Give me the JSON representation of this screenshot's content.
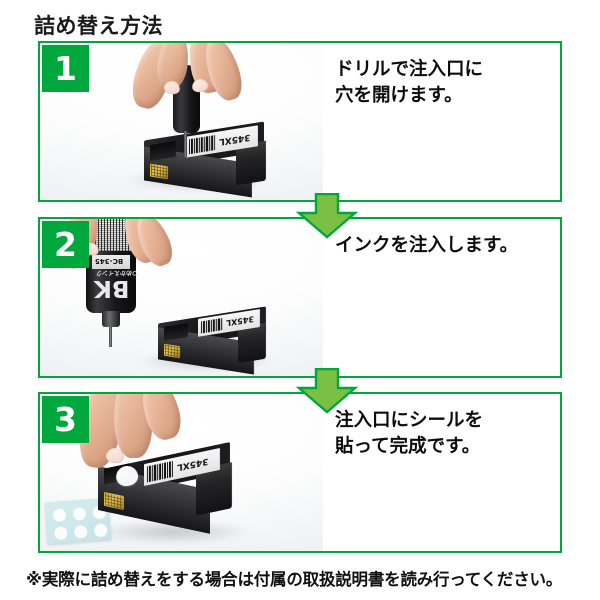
{
  "title": "詰め替え方法",
  "colors": {
    "frame_green": "#00A73C",
    "badge_green": "#00A73C",
    "arrow_fill": "#7AC143",
    "arrow_stroke": "#00A73C",
    "text_black": "#0d0d0d"
  },
  "steps": [
    {
      "number": "1",
      "text": "ドリルで注入口に\n穴を開けます。",
      "image_alt": "ドリルでインクカートリッジの注入口に穴を開けている手の写真"
    },
    {
      "number": "2",
      "text": "インクを注入します。",
      "image_alt": "BKインクボトルからカートリッジにインクを注入している手の写真"
    },
    {
      "number": "3",
      "text": "注入口にシールを\n貼って完成です。",
      "image_alt": "注入口にシールを貼っている手とシール台紙の写真"
    }
  ],
  "arrows": [
    {
      "name": "arrow-step1-to-step2",
      "direction": "down"
    },
    {
      "name": "arrow-step2-to-step3",
      "direction": "down"
    }
  ],
  "note": "※実際に詰め替えをする場合は付属の取扱説明書を読み行ってください。",
  "photo_labels": {
    "cartridge_model": "345XL",
    "bottle_color_code": "BK",
    "bottle_model": "BC-345"
  }
}
